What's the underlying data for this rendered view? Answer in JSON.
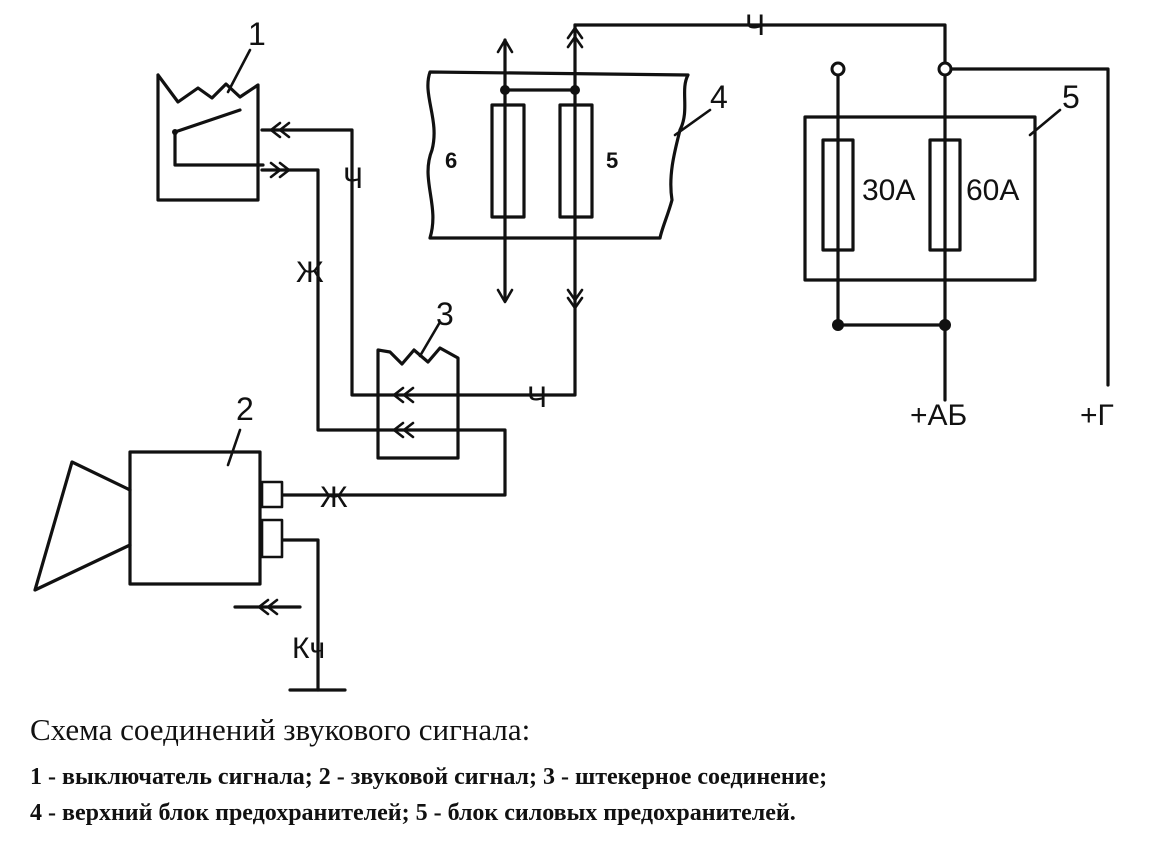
{
  "component_numbers": {
    "switch": "1",
    "horn": "2",
    "connector": "3",
    "upper_fuse_block": "4",
    "power_fuse_block": "5"
  },
  "fuse_labels": {
    "left": "6",
    "right": "5",
    "f30": "30А",
    "f60": "60А"
  },
  "wire_labels": {
    "top": "Ч",
    "switch_side": "Ч",
    "connector": "Ч",
    "yellow_left": "Ж",
    "yellow_horn": "Ж",
    "ground": "Кч"
  },
  "terminals": {
    "battery": "+АБ",
    "generator": "+Г"
  },
  "caption": {
    "title": "Схема соединений звукового сигнала:",
    "line1": "1 - выключатель сигнала; 2 - звуковой сигнал; 3 - штекерное соединение;",
    "line2": "4 - верхний блок предохранителей; 5 - блок силовых предохранителей."
  }
}
